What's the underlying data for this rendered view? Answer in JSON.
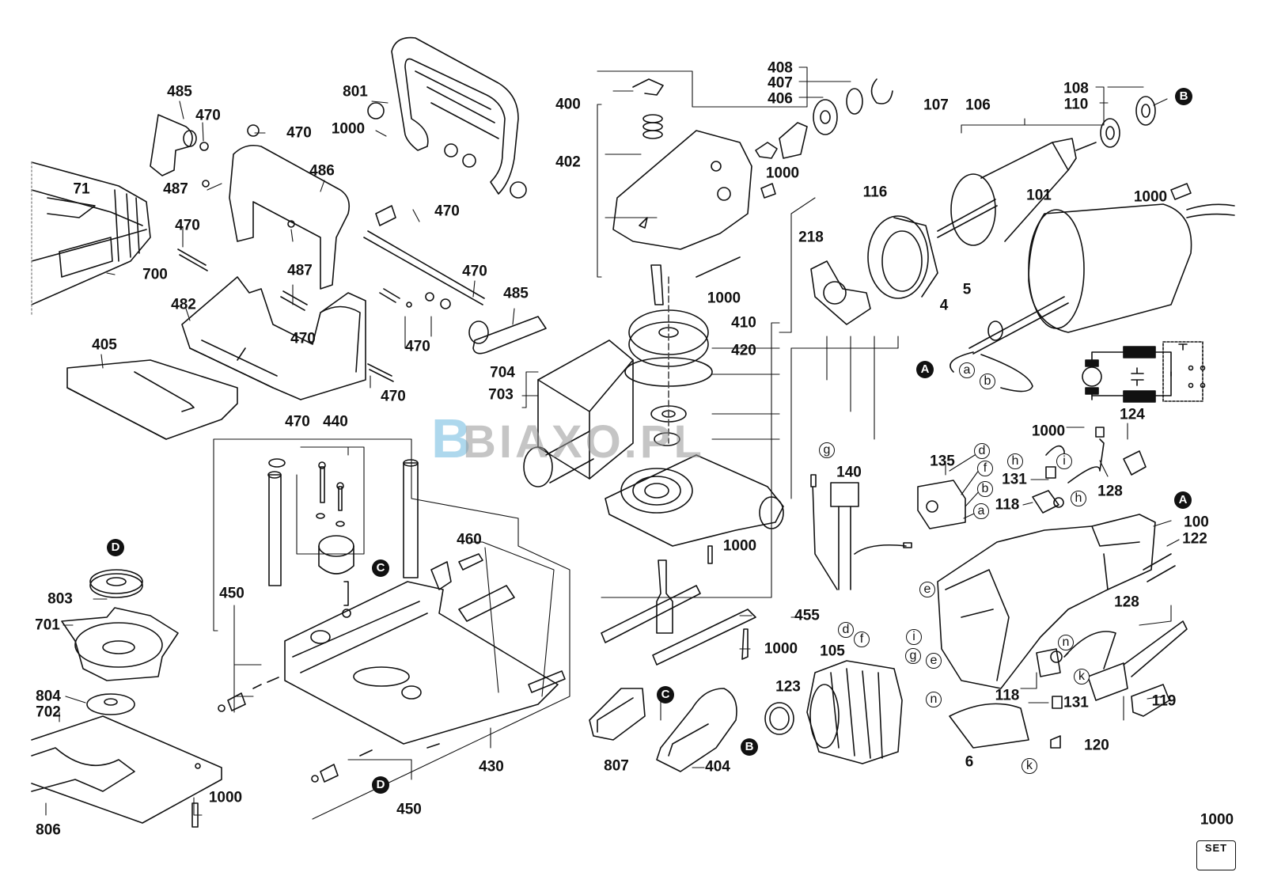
{
  "diagram": {
    "type": "exploded parts diagram",
    "subject": "biscuit jointer power tool",
    "watermark": {
      "logo_letter": "B",
      "text": "BIAXO.PL"
    },
    "set_icon": {
      "label": "SET",
      "part": "1000"
    }
  },
  "labels": {
    "p485a": "485",
    "p470a": "470",
    "p470b": "470",
    "p487a": "487",
    "p71": "71",
    "p486": "486",
    "p470c": "470",
    "p487b": "487",
    "p700": "700",
    "p482": "482",
    "p470d": "470",
    "p405": "405",
    "p801": "801",
    "p1000a": "1000",
    "p470e": "470",
    "p470f": "470",
    "p485b": "485",
    "p470g": "470",
    "p470h": "470",
    "p400": "400",
    "p402": "402",
    "p1000b": "1000",
    "p408": "408",
    "p407": "407",
    "p406": "406",
    "p1000c": "1000",
    "p410": "410",
    "p420": "420",
    "p704": "704",
    "p703": "703",
    "p218": "218",
    "p116": "116",
    "p107": "107",
    "p106": "106",
    "p108": "108",
    "p110": "110",
    "p1000d": "1000",
    "p101": "101",
    "p4": "4",
    "p5": "5",
    "p470i": "470",
    "p440": "440",
    "p450a": "450",
    "p460": "460",
    "p430": "430",
    "p450b": "450",
    "p803": "803",
    "p701": "701",
    "p804": "804",
    "p702": "702",
    "p1000e": "1000",
    "p806": "806",
    "p1000f": "1000",
    "p455": "455",
    "p1000g": "1000",
    "p807": "807",
    "p404": "404",
    "p140": "140",
    "p135": "135",
    "p131a": "131",
    "p118a": "118",
    "p128a": "128",
    "p1000h": "1000",
    "p124": "124",
    "p100": "100",
    "p122": "122",
    "p105": "105",
    "p123": "123",
    "p128b": "128",
    "p118b": "118",
    "p131b": "131",
    "p120": "120",
    "p119": "119",
    "p6": "6",
    "p1000set": "1000"
  },
  "refs": {
    "A1": "A",
    "A2": "A",
    "B1": "B",
    "B2": "B",
    "C1": "C",
    "C2": "C",
    "D1": "D",
    "D2": "D"
  },
  "connectors": {
    "a1": "a",
    "b1": "b",
    "d1": "d",
    "f1": "f",
    "b2": "b",
    "a2": "a",
    "h1": "h",
    "i1": "i",
    "h2": "h",
    "g1": "g",
    "e1": "e",
    "d2": "d",
    "f2": "f",
    "i2": "i",
    "g2": "g",
    "e2": "e",
    "n1": "n",
    "n2": "n",
    "k1": "k",
    "k2": "k"
  }
}
